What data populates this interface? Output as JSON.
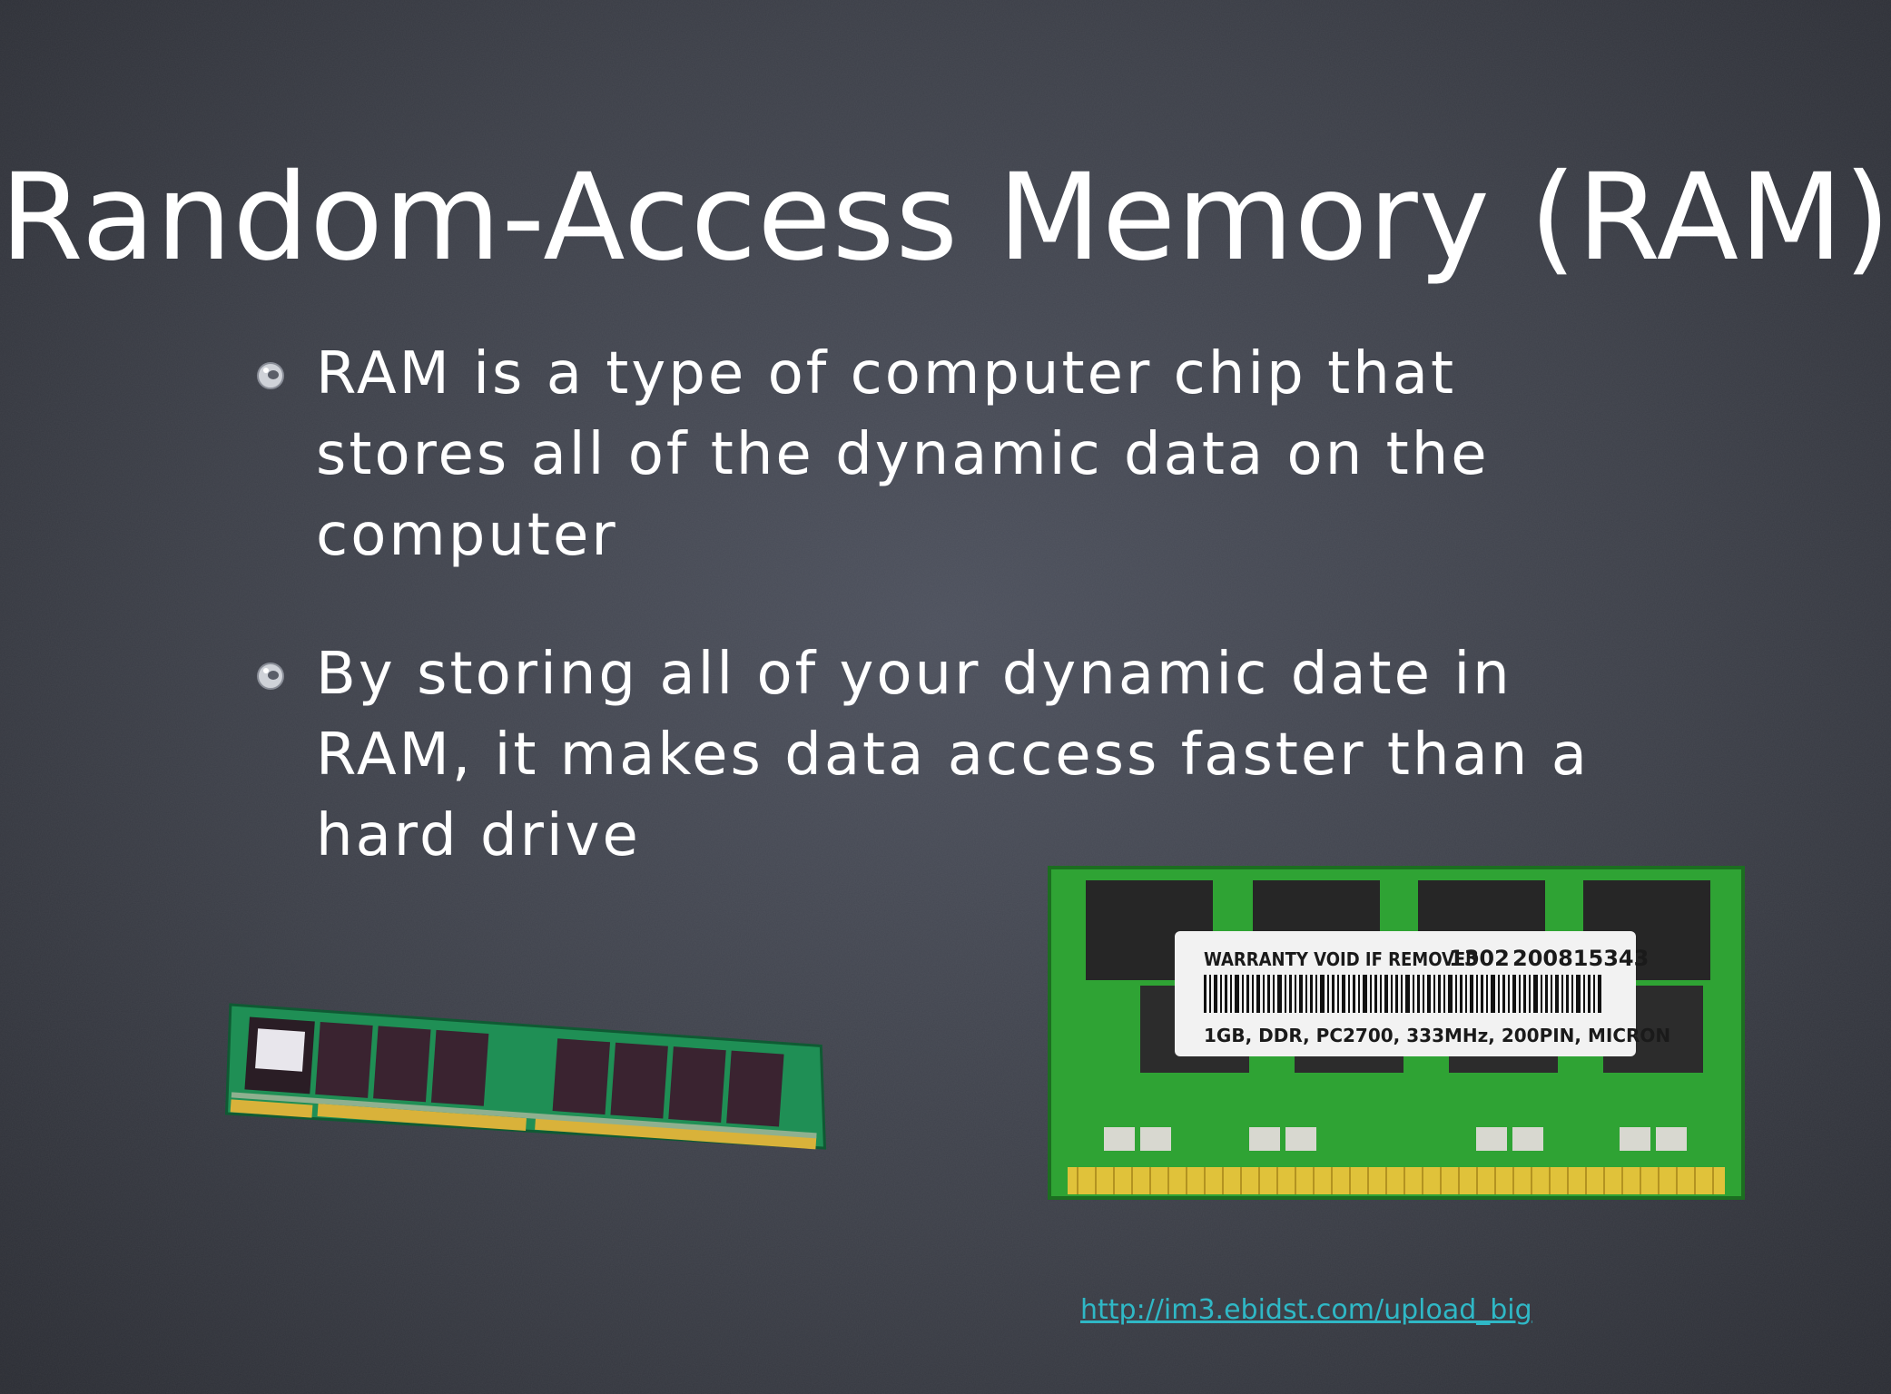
{
  "slide": {
    "title": "Random-Access Memory (RAM)",
    "bullets": [
      {
        "text": "RAM is a type of computer chip that stores all of the dynamic data on the computer"
      },
      {
        "text": "By storing all of your dynamic date in RAM, it makes data access faster than a hard drive"
      }
    ],
    "source_link": "http://im3.ebidst.com/upload_big",
    "images": {
      "left": "desktop-ram-module",
      "right": "laptop-ram-module"
    }
  },
  "ram_label": {
    "line1_left": "WARRANTY VOID IF REMOVED",
    "line1_mid": "1302",
    "line1_right": "200815343",
    "line2": "1GB, DDR, PC2700, 333MHz, 200PIN, MICRON"
  },
  "colors": {
    "background": "#3c3f48",
    "text": "#ffffff",
    "link": "#2fb8c6",
    "pcb_green": "#2fa334",
    "chip": "#2b2b2b"
  }
}
